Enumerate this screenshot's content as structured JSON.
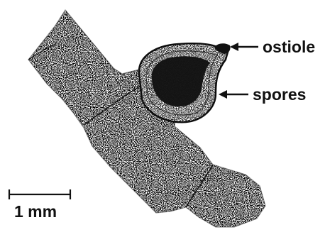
{
  "labels": {
    "ostiole": "ostiole",
    "spores": "spores",
    "scale": "1 mm"
  },
  "colors": {
    "ink": "#111111",
    "paper": "#ffffff"
  }
}
